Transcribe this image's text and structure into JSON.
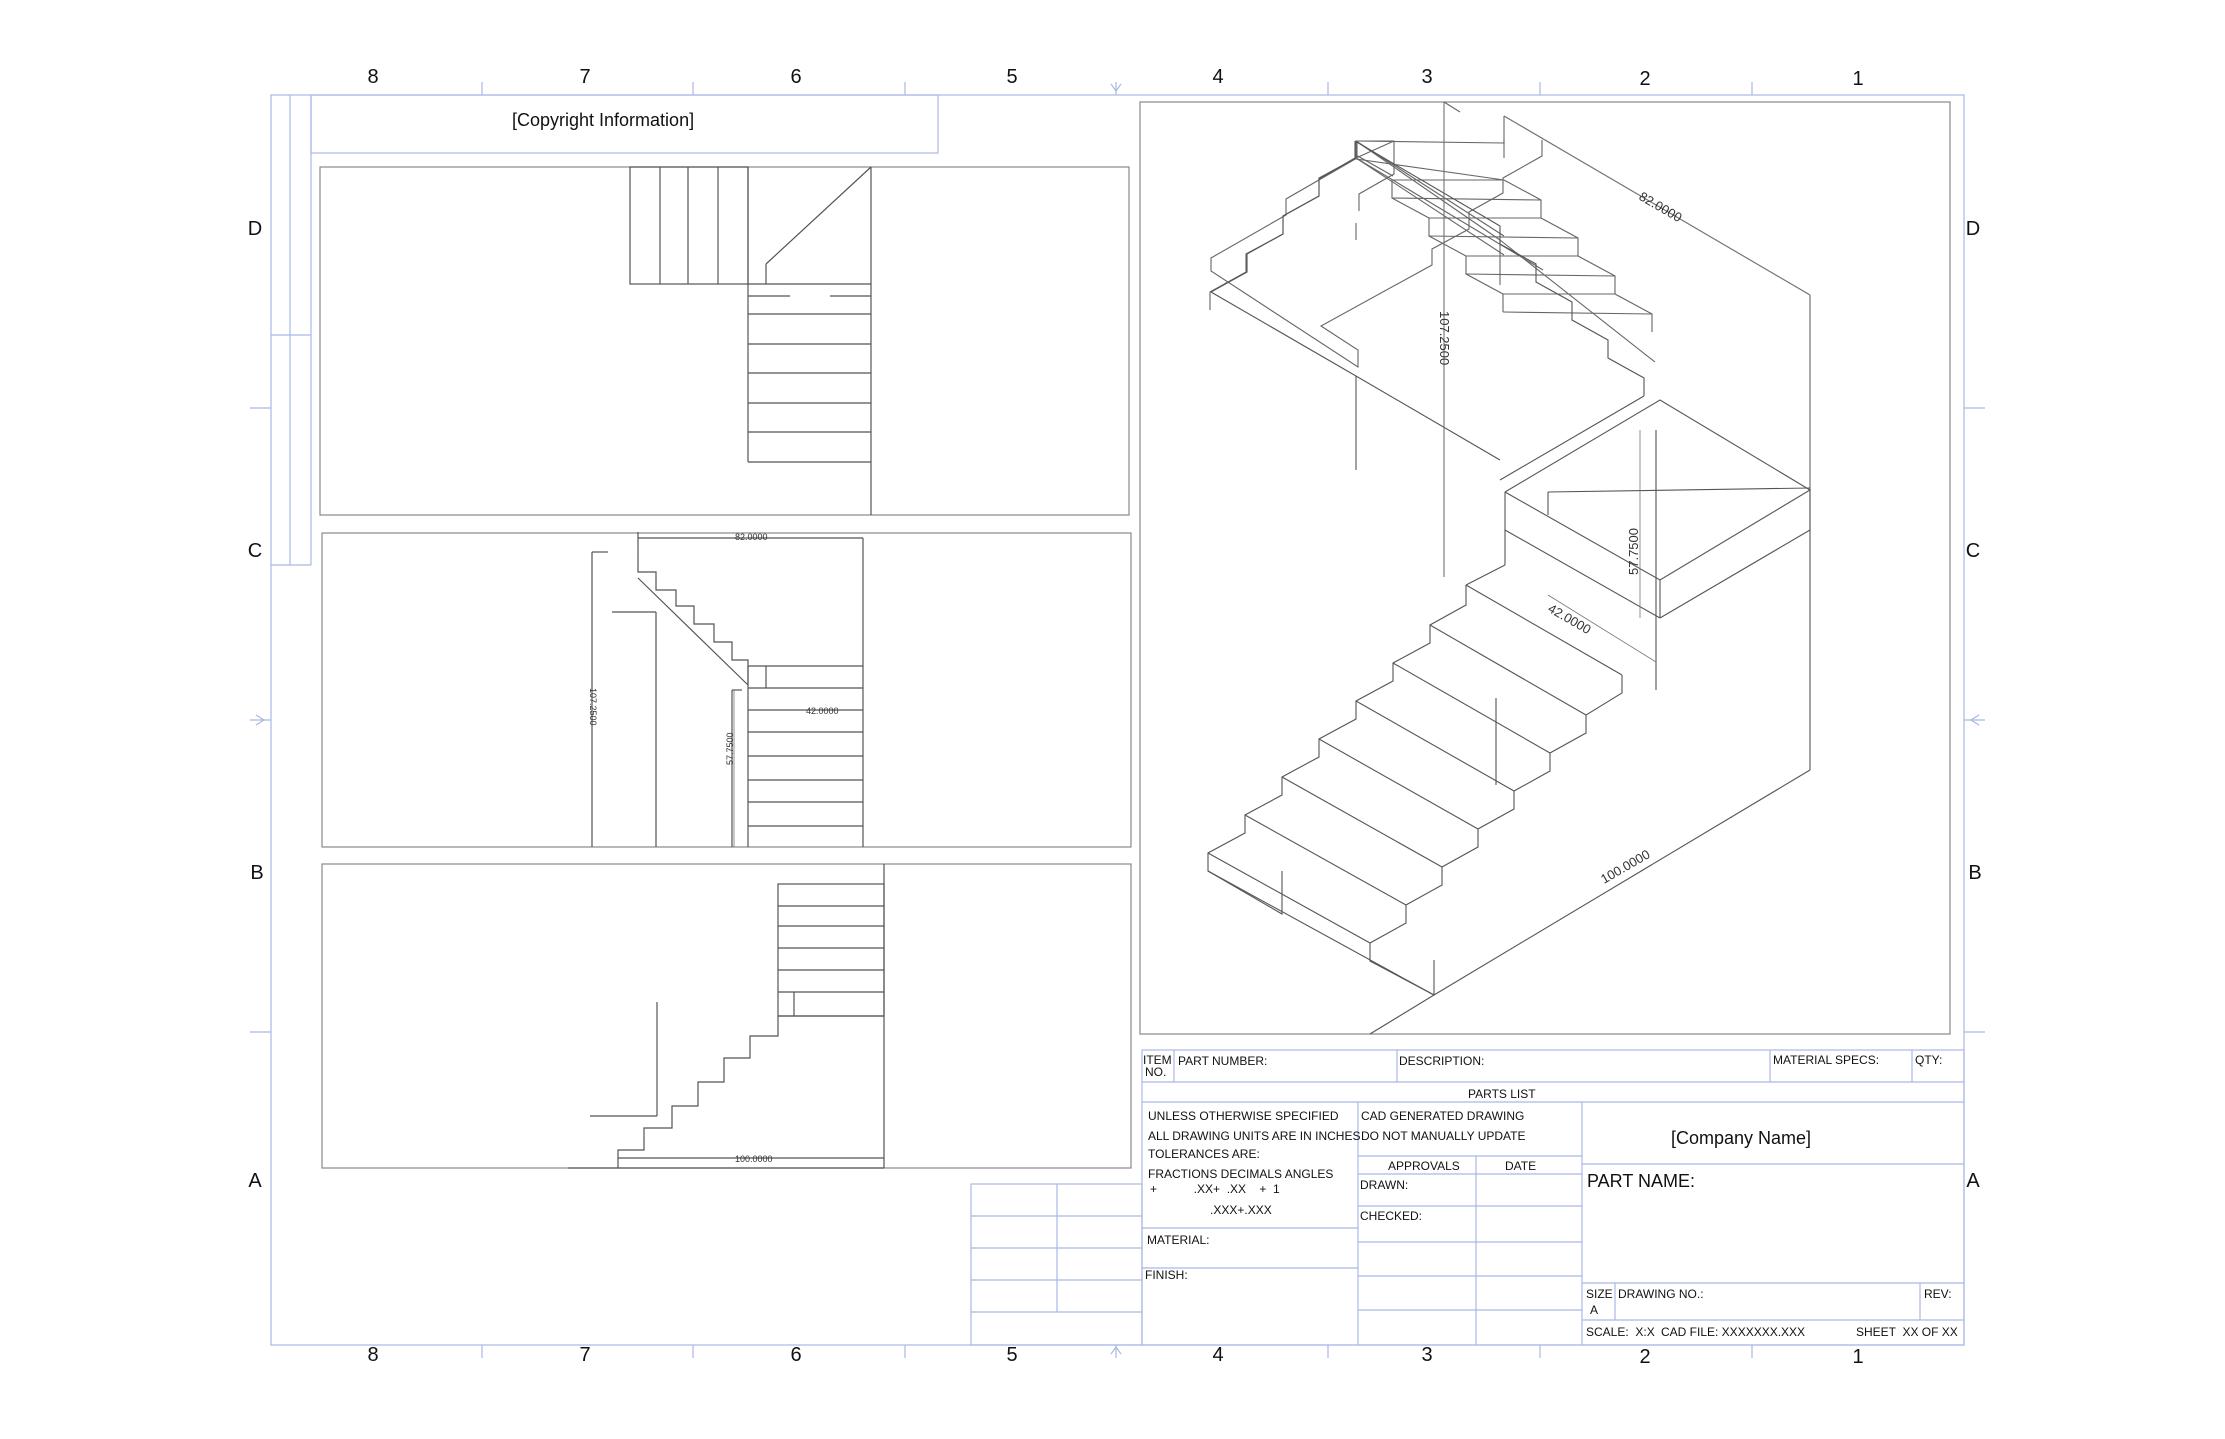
{
  "border": {
    "columns": [
      "8",
      "7",
      "6",
      "5",
      "4",
      "3",
      "2",
      "1"
    ],
    "rows": [
      "D",
      "C",
      "B",
      "A"
    ]
  },
  "copyright": "[Copyright Information]",
  "dimensions": {
    "elevation_width": "82.0000",
    "elevation_height": "107.2500",
    "elevation_landing_height": "57.7500",
    "elevation_stair_width": "42.0000",
    "side_length": "100.0000",
    "iso_width": "82.0000",
    "iso_height": "107.2500",
    "iso_landing_height": "57.7500",
    "iso_stair_width": "42.0000",
    "iso_length": "100.0000"
  },
  "parts_list": {
    "item_no_line1": "ITEM",
    "item_no_line2": "NO.",
    "part_number": "PART NUMBER:",
    "description": "DESCRIPTION:",
    "material_specs": "MATERIAL SPECS:",
    "qty": "QTY:",
    "title": "PARTS LIST"
  },
  "title_block": {
    "unless": "UNLESS OTHERWISE SPECIFIED",
    "units": "ALL DRAWING UNITS ARE IN INCHES",
    "tolerances": "TOLERANCES ARE:",
    "tol_header": "FRACTIONS  DECIMALS  ANGLES",
    "tol_row1": "+           .XX+  .XX    +  1",
    "tol_row2": ".XXX+.XXX",
    "material": "MATERIAL:",
    "finish": "FINISH:",
    "cad_generated": "CAD GENERATED DRAWING",
    "do_not_update": "DO NOT MANUALLY UPDATE",
    "approvals": "APPROVALS",
    "date": "DATE",
    "drawn": "DRAWN:",
    "checked": "CHECKED:",
    "company": "[Company Name]",
    "part_name": "PART NAME:",
    "size_label": "SIZE",
    "size_value": "A",
    "drawing_no": "DRAWING NO.:",
    "rev": "REV:",
    "scale": "SCALE:  X:X",
    "cad_file": "CAD FILE: XXXXXXX.XXX",
    "sheet": "SHEET  XX OF XX"
  },
  "colors": {
    "border_blue": "#a9b8e6",
    "line_gray": "#555555"
  }
}
